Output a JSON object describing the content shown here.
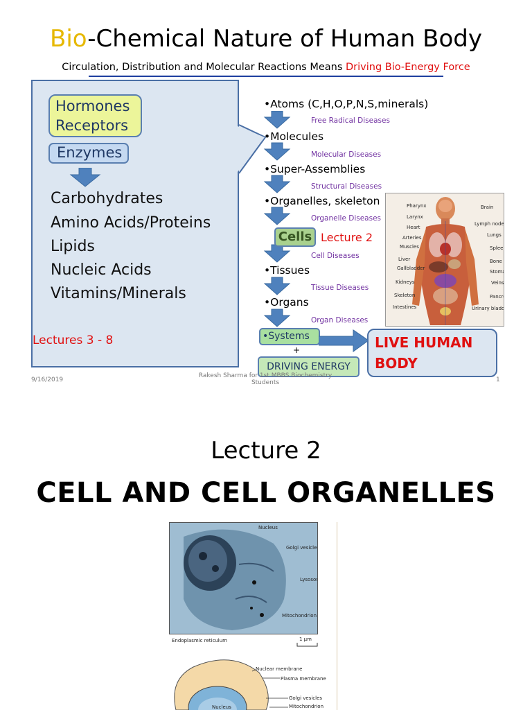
{
  "slide1": {
    "title_bio": "Bio",
    "title_rest": "-Chemical Nature of Human Body",
    "subtitle_black": "Circulation, Distribution  and Molecular Reactions Means ",
    "subtitle_red": "Driving Bio-Energy Force",
    "left_panel": {
      "hormones": "Hormones",
      "receptors": "Receptors",
      "enzymes": "Enzymes",
      "biomolecules": [
        "Carbohydrates",
        "Amino Acids/Proteins",
        "Lipids",
        "Nucleic Acids",
        "Vitamins/Minerals"
      ],
      "lectures": "Lectures 3 - 8"
    },
    "hierarchy": {
      "atoms": "•Atoms (C,H,O,P,N,S,minerals)",
      "free_radical": "Free Radical Diseases",
      "molecules": "•Molecules",
      "molecular": "Molecular Diseases",
      "super": "•Super-Assemblies",
      "structural": "Structural Diseases",
      "organelles": "•Organelles, skeleton",
      "organelle_dis": "Organelle Diseases",
      "cells": "Cells",
      "lecture2": "Lecture 2",
      "cell_dis": "Cell Diseases",
      "tissues": "•Tissues",
      "tissue_dis": "Tissue Diseases",
      "organs": "•Organs",
      "organ_dis": "Organ Diseases",
      "systems": "•Systems",
      "plus": "+",
      "energy": "DRIVING ENERGY",
      "live1": "LIVE HUMAN",
      "live2": "BODY"
    },
    "body_labels": {
      "left": [
        "Pharynx",
        "Larynx",
        "Heart",
        "Arteries",
        "Muscles",
        "Liver",
        "Gallbladder",
        "Kidneys",
        "Skeleton",
        "Intestines"
      ],
      "right": [
        "Brain",
        "Lymph nodes",
        "Lungs",
        "Spleen",
        "Bone marrow",
        "Stomach",
        "Veins",
        "Pancreas",
        "Urinary bladder"
      ]
    },
    "footer_date": "9/16/2019",
    "footer_author": "Rakesh Sharma for 1st MBBS Biochemistry",
    "footer_author2": "Students",
    "footer_page": "1"
  },
  "slide2": {
    "lecture": "Lecture 2",
    "heading": "CELL AND CELL ORGANELLES",
    "em_labels": [
      "Nucleus",
      "Golgi vesicles",
      "Lysosome",
      "Mitochondrion",
      "Endoplasmic reticulum",
      "1 µm"
    ],
    "diagram_labels": [
      "Nuclear membrane",
      "Plasma membrane",
      "Golgi vesicles",
      "Mitochondrion",
      "Nucleus"
    ]
  },
  "colors": {
    "accent_red": "#e01010",
    "bio_yellow": "#e6b800",
    "panel_blue": "#dce6f1",
    "arrow_blue": "#4f81bd",
    "disease_purple": "#7030a0"
  }
}
